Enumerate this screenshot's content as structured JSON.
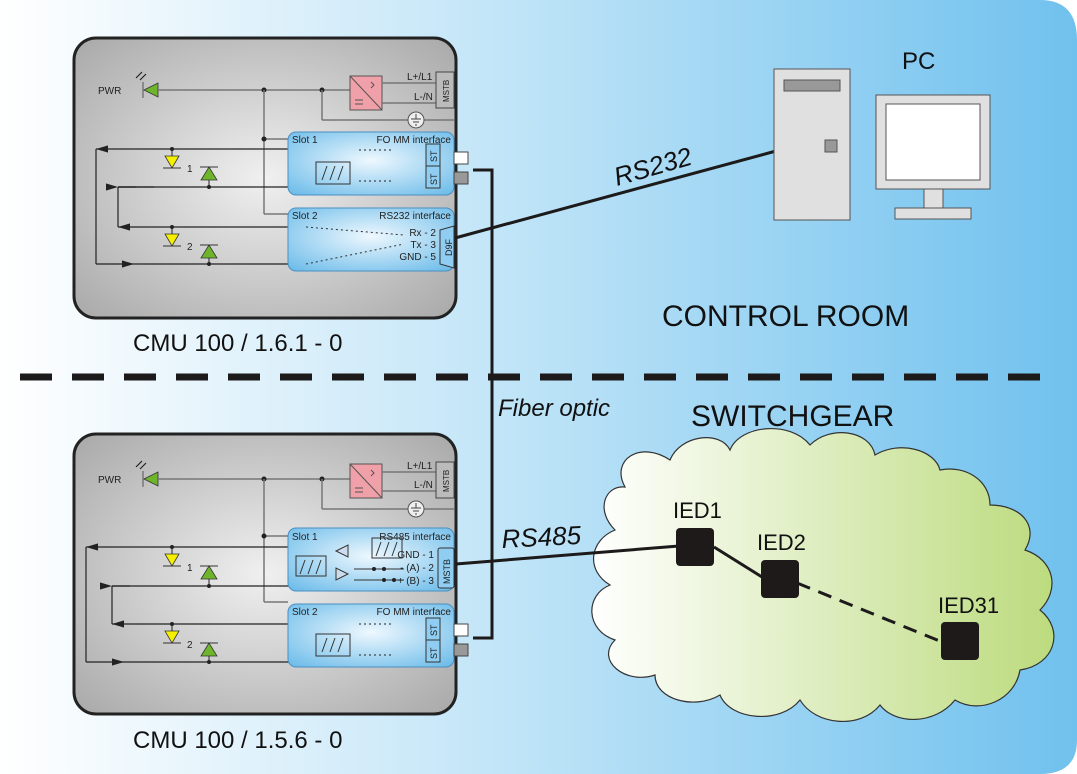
{
  "zones": {
    "control_room": "CONTROL ROOM",
    "switchgear": "SWITCHGEAR"
  },
  "pc": {
    "label": "PC"
  },
  "links": {
    "rs232": "RS232",
    "rs485": "RS485",
    "fiber": "Fiber optic"
  },
  "devices": [
    {
      "caption": "CMU 100 / 1.6.1 - 0",
      "pwr": "PWR",
      "l1": "L+/L1",
      "ln": "L-/N",
      "mstb": "MSTB",
      "led1": "1",
      "led2": "2",
      "slot1": {
        "name": "Slot 1",
        "type": "FO MM interface",
        "conn_top": "ST",
        "conn_bot": "ST"
      },
      "slot2": {
        "name": "Slot 2",
        "type": "RS232 interface",
        "pins": [
          "Rx - 2",
          "Tx - 3",
          "GND - 5"
        ],
        "conn": "D9F"
      }
    },
    {
      "caption": "CMU 100 / 1.5.6 - 0",
      "pwr": "PWR",
      "l1": "L+/L1",
      "ln": "L-/N",
      "mstb": "MSTB",
      "led1": "1",
      "led2": "2",
      "slot1": {
        "name": "Slot 1",
        "type": "RS485 interface",
        "pins": [
          "GND - 1",
          "- (A) - 2",
          "+ (B) - 3"
        ],
        "conn": "MSTB"
      },
      "slot2": {
        "name": "Slot 2",
        "type": "FO MM interface",
        "conn_top": "ST",
        "conn_bot": "ST"
      }
    }
  ],
  "ieds": [
    {
      "label": "IED1"
    },
    {
      "label": "IED2"
    },
    {
      "label": "IED31"
    }
  ],
  "colors": {
    "bg_left": "#ffffff",
    "bg_right": "#6fc0ee",
    "device_fill": "#d6d6d6",
    "slot_fill": "#8fcdf2",
    "psu_fill": "#f0a0a8",
    "led_yellow": "#f5f000",
    "led_green": "#6fb52c",
    "cloud_left": "#ffffff",
    "cloud_right": "#bcdc80",
    "ied_fill": "#1e1a1a"
  }
}
